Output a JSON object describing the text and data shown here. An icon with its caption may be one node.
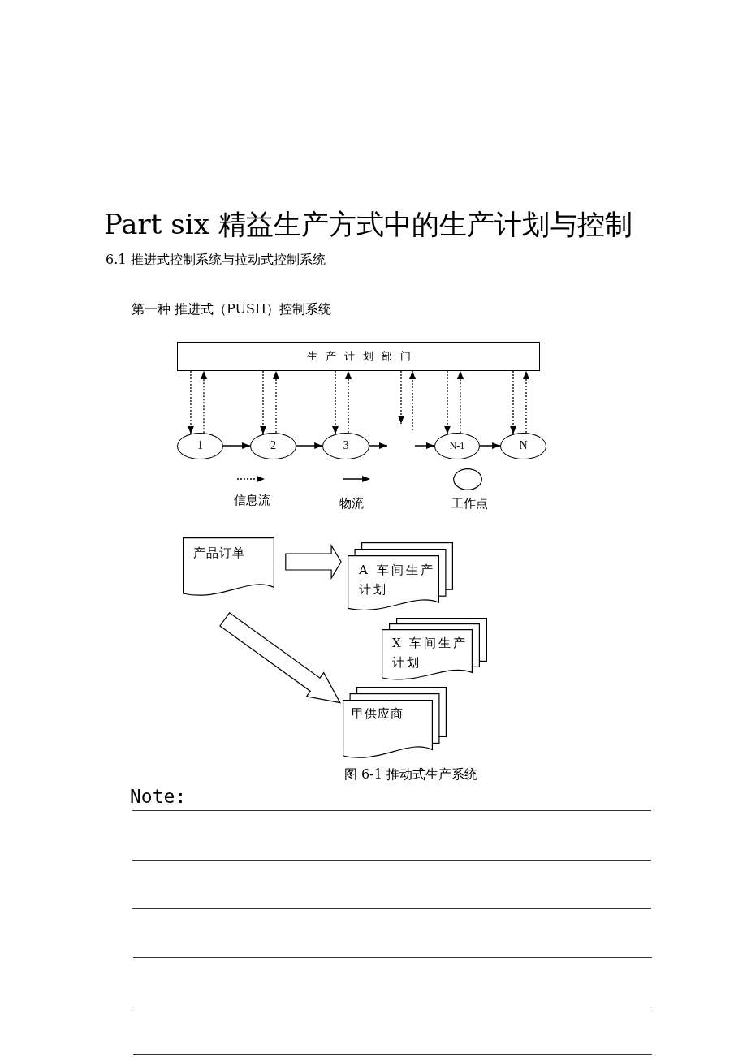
{
  "diagram": {
    "title": "Part six 精益生产方式中的生产计划与控制",
    "caption": "图 6-1 推动式生产系统",
    "nodes": [
      {
        "text": [
          "生产计划部门"
        ]
      },
      {
        "text": [
          "1"
        ]
      },
      {
        "text": [
          "2"
        ]
      },
      {
        "text": [
          "3"
        ]
      },
      {
        "text": [
          "N-1"
        ]
      },
      {
        "text": [
          "N"
        ]
      },
      {
        "text": [
          "产品订单"
        ]
      },
      {
        "text": [
          "A 车间生产计划"
        ]
      },
      {
        "text": [
          "X 车间生产计划"
        ]
      },
      {
        "text": [
          "甲供应商"
        ]
      }
    ],
    "edges": [
      {
        "from": 0,
        "to": 1,
        "arrow": "to",
        "style": "dashed"
      },
      {
        "from": 1,
        "to": 0,
        "arrow": "to",
        "style": "dashed"
      },
      {
        "from": 0,
        "to": 2,
        "arrow": "to",
        "style": "dashed"
      },
      {
        "from": 2,
        "to": 0,
        "arrow": "to",
        "style": "dashed"
      },
      {
        "from": 0,
        "to": 3,
        "arrow": "to",
        "style": "dashed"
      },
      {
        "from": 3,
        "to": 0,
        "arrow": "to",
        "style": "dashed"
      },
      {
        "from": 0,
        "to": null,
        "arrow": "to",
        "style": "dashed"
      },
      {
        "from": null,
        "to": 0,
        "arrow": "to",
        "style": "dashed"
      },
      {
        "from": 0,
        "to": 4,
        "arrow": "to",
        "style": "dashed"
      },
      {
        "from": 4,
        "to": 0,
        "arrow": "to",
        "style": "dashed"
      },
      {
        "from": 0,
        "to": 5,
        "arrow": "to",
        "style": "dashed"
      },
      {
        "from": 5,
        "to": 0,
        "arrow": "to",
        "style": "dashed"
      },
      {
        "from": 1,
        "to": 2,
        "arrow": "to"
      },
      {
        "from": 2,
        "to": 3,
        "arrow": "to"
      },
      {
        "from": 3,
        "to": null,
        "arrow": "to"
      },
      {
        "from": null,
        "to": 4,
        "arrow": "to"
      },
      {
        "from": 4,
        "to": 5,
        "arrow": "to"
      },
      {
        "from": 6,
        "to": 7,
        "arrow": "to",
        "style": "thick"
      },
      {
        "from": 6,
        "to": 9,
        "arrow": "to",
        "style": "thick"
      }
    ],
    "labels": [
      "6.1 推进式控制系统与拉动式控制系统",
      "第一种 推进式（PUSH）控制系统",
      "Note:"
    ],
    "legend": [
      {
        "text": "信息流"
      },
      {
        "text": "物流"
      },
      {
        "text": "工作点"
      }
    ]
  }
}
